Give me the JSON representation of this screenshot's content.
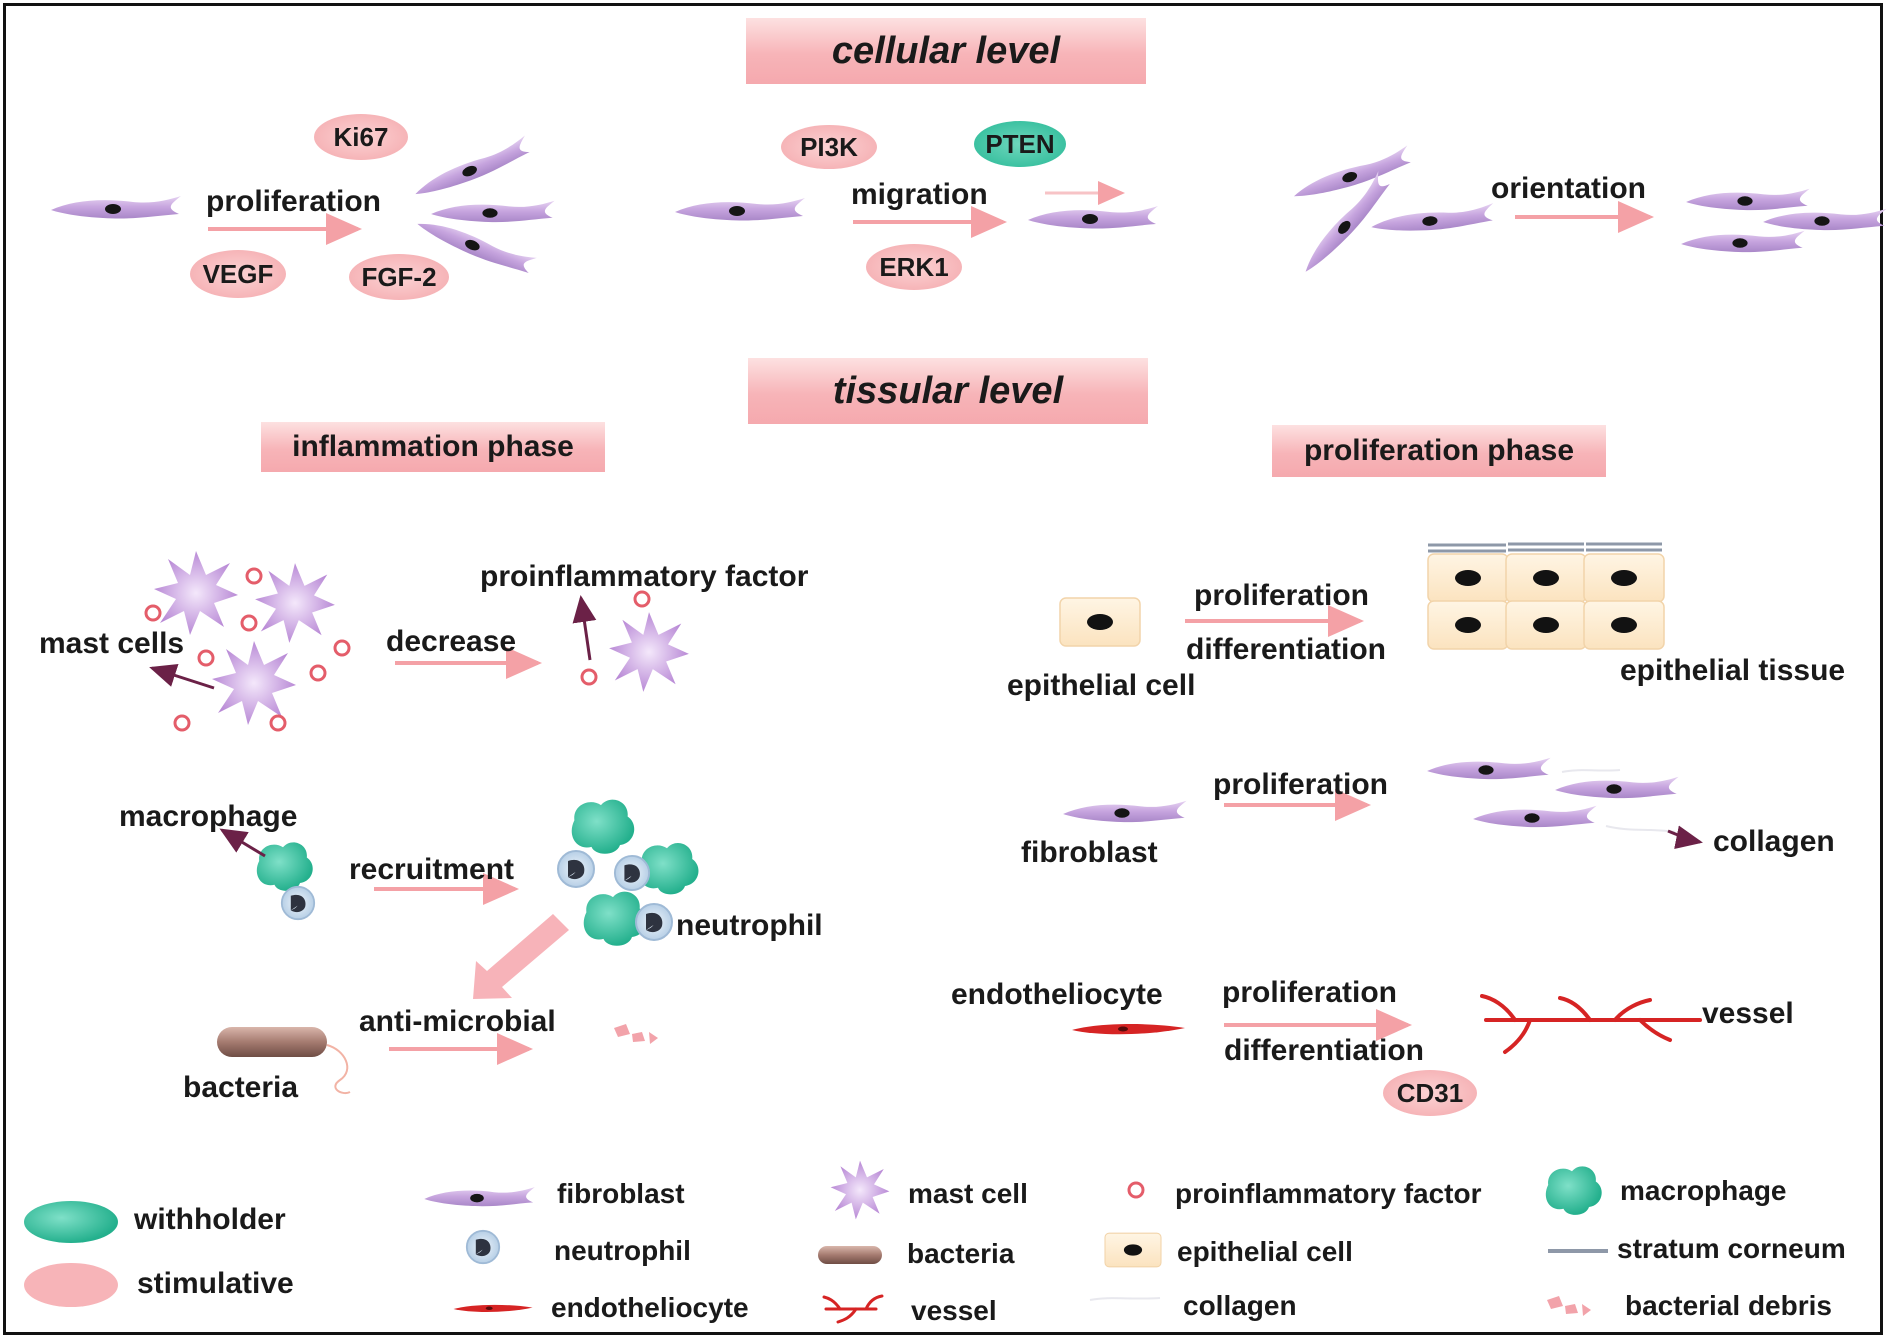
{
  "cellular_level": {
    "title": "cellular level",
    "proliferation": {
      "label": "proliferation",
      "factors": [
        "Ki67",
        "VEGF",
        "FGF-2"
      ]
    },
    "migration": {
      "label": "migration",
      "factors": [
        "PI3K",
        "PTEN",
        "ERK1"
      ]
    },
    "orientation": {
      "label": "orientation"
    }
  },
  "tissular_level": {
    "title": "tissular level",
    "inflammation_phase": {
      "title": "inflammation phase",
      "mast_cells": "mast cells",
      "decrease": "decrease",
      "proinflammatory_factor": "proinflammatory factor",
      "macrophage": "macrophage",
      "recruitment": "recruitment",
      "neutrophil": "neutrophil",
      "anti_microbial": "anti-microbial",
      "bacteria": "bacteria"
    },
    "proliferation_phase": {
      "title": "proliferation phase",
      "epithelial": {
        "proliferation": "proliferation",
        "differentiation": "differentiation",
        "cell": "epithelial cell",
        "tissue": "epithelial tissue"
      },
      "fibroblast": {
        "proliferation": "proliferation",
        "fibroblast": "fibroblast",
        "collagen": "collagen"
      },
      "endothelial": {
        "endotheliocyte": "endotheliocyte",
        "proliferation": "proliferation",
        "differentiation": "differentiation",
        "vessel": "vessel",
        "factor": "CD31"
      }
    }
  },
  "legend": {
    "withholder": "withholder",
    "stimulative": "stimulative",
    "items": {
      "fibroblast": "fibroblast",
      "neutrophil": "neutrophil",
      "endotheliocyte": "endotheliocyte",
      "mast_cell": "mast cell",
      "bacteria": "bacteria",
      "vessel": "vessel",
      "proinflammatory_factor": "proinflammatory factor",
      "epithelial_cell": "epithelial cell",
      "collagen": "collagen",
      "macrophage": "macrophage",
      "stratum_corneum": "stratum corneum",
      "bacterial_debris": "bacterial debris"
    }
  },
  "colors": {
    "stimulative": "#f5a9ae",
    "withholder": "#2bbf9b",
    "arrow": "#f4a1a6",
    "fibroblast": "#c9a7e0",
    "mast_cell": "#c89be0",
    "vessel": "#d62424",
    "dark_arrow": "#6b2147"
  }
}
